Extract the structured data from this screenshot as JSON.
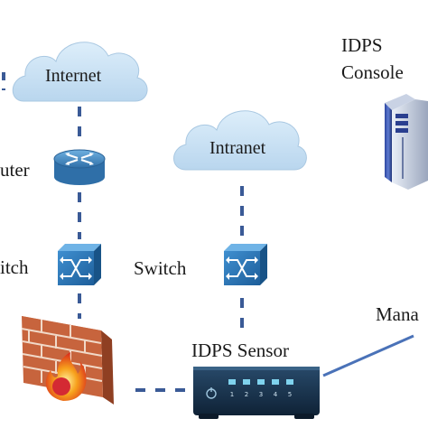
{
  "nodes": {
    "internet": {
      "label": "Internet"
    },
    "intranet": {
      "label": "Intranet"
    },
    "router": {
      "label": "uter"
    },
    "switch_left": {
      "label": "itch"
    },
    "switch_right": {
      "label": "Switch"
    },
    "console": {
      "label_line1": "IDPS",
      "label_line2": "Console"
    },
    "sensor": {
      "label": "IDPS Sensor",
      "port_numbers": [
        "1",
        "2",
        "3",
        "4",
        "5"
      ]
    },
    "management": {
      "label": "Mana"
    }
  },
  "colors": {
    "link_dashed": "#3a5a96",
    "link_solid": "#4a72b8",
    "cloud": "#c8e0f2",
    "router_body": "#4f90c8",
    "switch_body": "#2e78b8",
    "firewall_brick": "#c7643d",
    "sensor_body": "#183048",
    "server_body": "#1c2f78"
  },
  "icons": [
    "cloud-icon",
    "router-icon",
    "switch-icon",
    "firewall-icon",
    "server-icon",
    "sensor-device-icon"
  ]
}
